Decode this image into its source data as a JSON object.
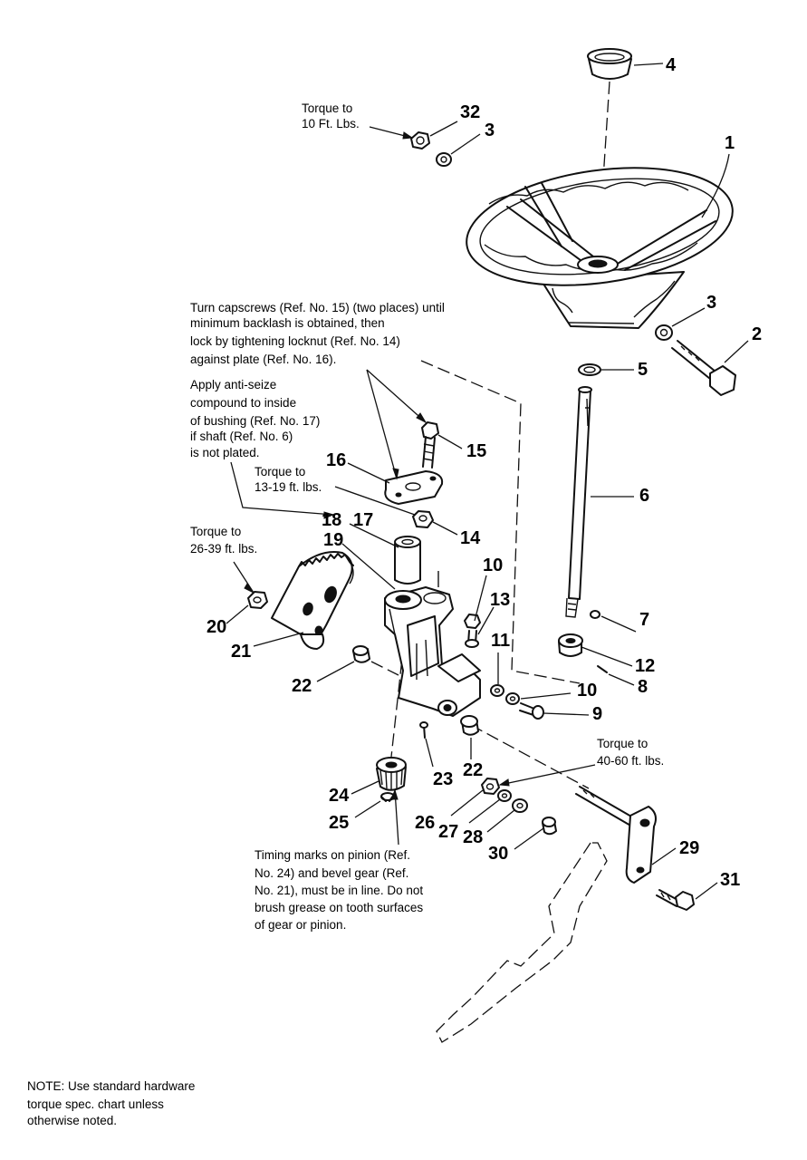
{
  "callouts": {
    "c1": "1",
    "c2": "2",
    "c3a": "3",
    "c3b": "3",
    "c4": "4",
    "c5": "5",
    "c6": "6",
    "c7": "7",
    "c8": "8",
    "c9": "9",
    "c10a": "10",
    "c10b": "10",
    "c11": "11",
    "c12": "12",
    "c13": "13",
    "c14": "14",
    "c15": "15",
    "c16": "16",
    "c17": "17",
    "c18": "18",
    "c19": "19",
    "c20": "20",
    "c21": "21",
    "c22a": "22",
    "c22b": "22",
    "c23": "23",
    "c24": "24",
    "c25": "25",
    "c26": "26",
    "c27": "27",
    "c28": "28",
    "c29": "29",
    "c30": "30",
    "c31": "31",
    "c32": "32"
  },
  "notes": {
    "torque_32": [
      "Torque to",
      "10 Ft. Lbs."
    ],
    "capscrews": [
      "Turn capscrews (Ref. No. 15) (two places) until",
      "minimum backlash is obtained, then",
      "lock by tightening locknut (Ref. No. 14)",
      "against plate (Ref. No. 16)."
    ],
    "anti_seize": [
      "Apply anti-seize",
      "compound to inside",
      "of bushing (Ref. No. 17)",
      "if shaft (Ref. No. 6)",
      "is not plated."
    ],
    "torque_14": [
      "Torque to",
      "13-19 ft. lbs."
    ],
    "torque_20": [
      "Torque to",
      "26-39 ft. lbs."
    ],
    "torque_26": [
      "Torque to",
      "40-60 ft. lbs."
    ],
    "timing": [
      "Timing marks on pinion (Ref.",
      "No. 24) and bevel gear (Ref.",
      "No. 21), must be in line. Do not",
      "brush grease on tooth surfaces",
      "of gear or pinion."
    ],
    "footer": [
      "NOTE: Use standard hardware",
      "torque spec. chart unless",
      "otherwise noted."
    ]
  }
}
